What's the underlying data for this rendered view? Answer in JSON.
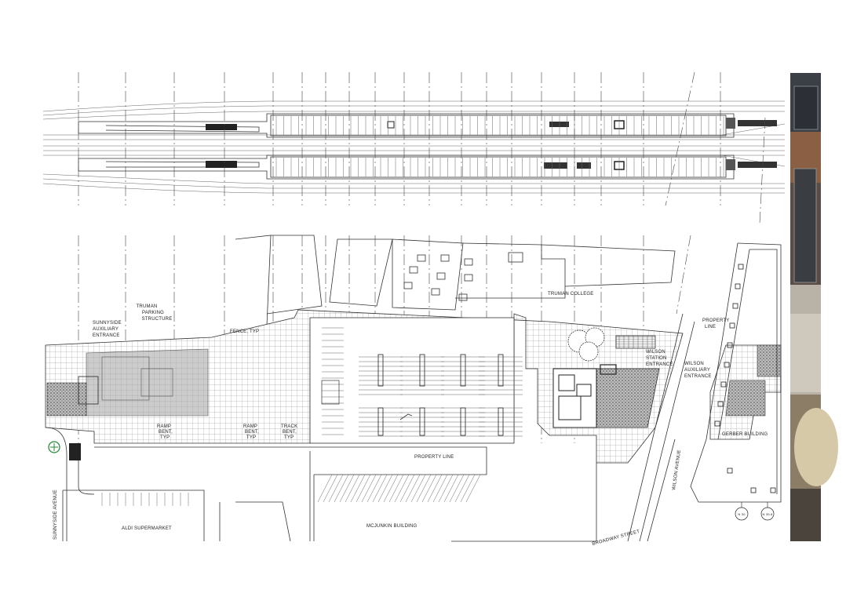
{
  "drawing": {
    "labels": {
      "truman_parking": [
        "TRUMAN",
        "PARKING",
        "STRUCTURE"
      ],
      "sunnyside_aux": [
        "SUNNYSIDE",
        "AUXILIARY",
        "ENTRANCE"
      ],
      "fence": "FENCE, TYP",
      "truman_college": "TRUMAN COLLEGE",
      "property_line_top": [
        "PROPERTY",
        "LINE"
      ],
      "wilson_station": [
        "WILSON",
        "STATION",
        "ENTRANCE"
      ],
      "wilson_aux": [
        "WILSON",
        "AUXILIARY",
        "ENTRANCE"
      ],
      "ramp_1": [
        "RAMP",
        "BENT,",
        "TYP"
      ],
      "ramp_2": [
        "RAMP",
        "BENT,",
        "TYP"
      ],
      "track_bent": [
        "TRACK",
        "BENT,",
        "TYP"
      ],
      "property_line_bottom": "PROPERTY LINE",
      "sunnyside_avenue": "SUNNYSIDE AVENUE",
      "aldi": "ALDI SUPERMARKET",
      "mcjunkin": "MCJUNKIN BUILDING",
      "broadway": "BROADWAY STREET",
      "wilson_avenue": "WILSON AVENUE",
      "gerber": "GERBER BUILDING",
      "bubble_1": "N 30",
      "bubble_2": "N 35.8"
    }
  }
}
